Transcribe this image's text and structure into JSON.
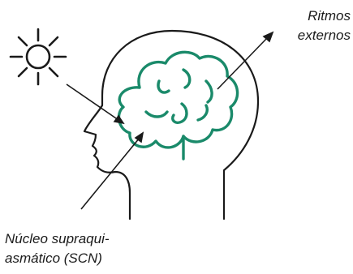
{
  "labels": {
    "ritmos_line1": "Ritmos",
    "ritmos_line2": "externos",
    "scn_line1": "Núcleo supraqui-",
    "scn_line2": "asmático (SCN)"
  },
  "colors": {
    "outline": "#1a1a1a",
    "brain": "#1a8a6a",
    "background": "#ffffff"
  },
  "icons": {
    "sun": "sun-icon",
    "head": "head-silhouette",
    "brain": "brain-icon"
  }
}
